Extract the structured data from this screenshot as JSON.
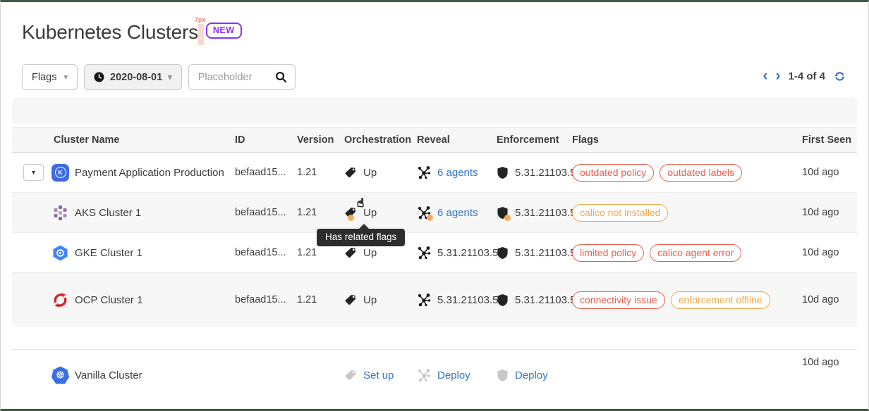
{
  "header": {
    "title": "Kubernetes Clusters",
    "new_badge": "NEW",
    "spacing_annotation": "7px"
  },
  "toolbar": {
    "flags_filter_label": "Flags",
    "date_filter_value": "2020-08-01",
    "search_placeholder": "Placeholder"
  },
  "pagination": {
    "range_label": "1-4 of 4"
  },
  "tooltip": {
    "text": "Has related flags"
  },
  "icons": {
    "chevron_down": "▾",
    "prev": "‹",
    "next": "›",
    "cursor_hand": "☝",
    "kubernetes_wheel": "☸",
    "payment_letter": "K"
  },
  "colors": {
    "accent_border": "#3f5a48",
    "badge_purple": "#8c30f5",
    "link_blue": "#3276c3",
    "flag_red": "#ea5f4e",
    "flag_orange": "#f0a74e",
    "warning_dot": "#f3ae55"
  },
  "table": {
    "columns": {
      "name": "Cluster Name",
      "id": "ID",
      "version": "Version",
      "orchestration": "Orchestration",
      "reveal": "Reveal",
      "enforcement": "Enforcement",
      "flags": "Flags",
      "first_seen": "First Seen"
    },
    "rows": [
      {
        "name": "Payment Application Production",
        "id": "befaad15...",
        "version": "1.21",
        "orchestration": "Up",
        "reveal": "6 agents",
        "enforcement": "5.31.21103.5",
        "flags": [
          {
            "label": "outdated policy",
            "severity": "red"
          },
          {
            "label": "outdated labels",
            "severity": "red"
          }
        ],
        "first_seen": "10d ago"
      },
      {
        "name": "AKS Cluster 1",
        "id": "befaad15...",
        "version": "1.21",
        "orchestration": "Up",
        "reveal": "6 agents",
        "enforcement": "5.31.21103.5",
        "flags": [
          {
            "label": "calico not installed",
            "severity": "orange"
          }
        ],
        "first_seen": "10d ago"
      },
      {
        "name": "GKE Cluster 1",
        "id": "befaad15...",
        "version": "1.21",
        "orchestration": "Up",
        "reveal": "5.31.21103.5",
        "enforcement": "5.31.21103.5",
        "flags": [
          {
            "label": "limited policy",
            "severity": "red"
          },
          {
            "label": "calico agent error",
            "severity": "red"
          }
        ],
        "first_seen": "10d ago"
      },
      {
        "name": "OCP Cluster 1",
        "id": "befaad15...",
        "version": "1.21",
        "orchestration": "Up",
        "reveal": "5.31.21103.5",
        "enforcement": "5.31.21103.5",
        "flags": [
          {
            "label": "connectivity issue",
            "severity": "red"
          },
          {
            "label": "enforcement offline",
            "severity": "orange"
          }
        ],
        "first_seen": "10d ago"
      },
      {
        "name": "Vanilla Cluster",
        "id": "",
        "version": "",
        "orchestration": "Set up",
        "reveal": "Deploy",
        "enforcement": "Deploy",
        "flags": [],
        "first_seen": "10d ago"
      }
    ]
  }
}
